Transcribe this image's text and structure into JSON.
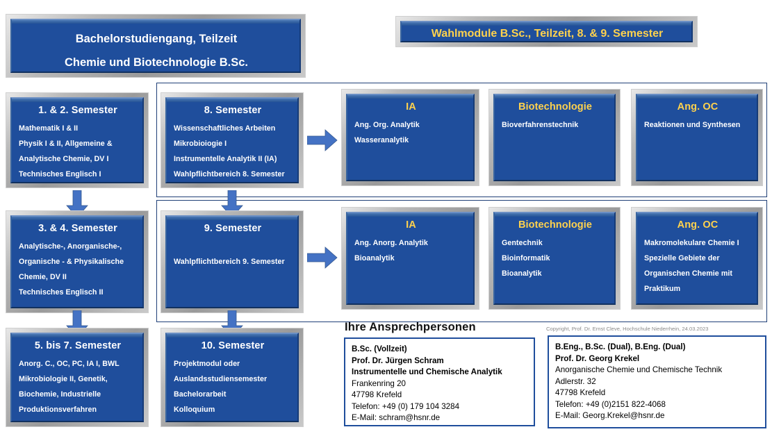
{
  "headers": {
    "left": {
      "line1": "Bachelorstudiengang, Teilzeit",
      "line2": "Chemie und Biotechnologie B.Sc."
    },
    "right": {
      "line1": "Wahlmodule B.Sc.,  Teilzeit, 8. & 9. Semester"
    }
  },
  "semesters": [
    {
      "title": "1. & 2. Semester",
      "lines": [
        "Mathematik I & II",
        "Physik I & II, Allgemeine &",
        "Analytische Chemie, DV I",
        "Technisches Englisch I"
      ]
    },
    {
      "title": "3. & 4. Semester",
      "lines": [
        "Analytische-, Anorganische-,",
        "Organische - & Physikalische",
        "Chemie, DV II",
        "Technisches Englisch II"
      ]
    },
    {
      "title": "5. bis 7. Semester",
      "lines": [
        "Anorg. C., OC, PC, IA I, BWL",
        "Mikrobiologie II, Genetik,",
        "Biochemie, Industrielle",
        "Produktionsverfahren"
      ]
    },
    {
      "title": "8. Semester",
      "lines": [
        "Wissenschaftliches Arbeiten",
        "Mikrobioiogie I",
        "Instrumentelle Analytik II (IA)",
        "Wahlpflichtbereich 8. Semester"
      ]
    },
    {
      "title": "9. Semester",
      "lines": [
        "",
        "Wahlpflichtbereich 9. Semester"
      ]
    },
    {
      "title": "10. Semester",
      "lines": [
        "Projektmodul oder",
        "Auslandsstudiensemester",
        "Bachelorarbeit",
        "Kolloquium"
      ]
    }
  ],
  "electives": {
    "row8": [
      {
        "title": "IA",
        "lines": [
          "Ang. Org.  Analytik",
          "Wasseranalytik"
        ]
      },
      {
        "title": "Biotechnologie",
        "lines": [
          "Bioverfahrenstechnik"
        ]
      },
      {
        "title": "Ang. OC",
        "lines": [
          "Reaktionen und Synthesen"
        ]
      }
    ],
    "row9": [
      {
        "title": "IA",
        "lines": [
          "Ang. Anorg. Analytik",
          "Bioanalytik"
        ]
      },
      {
        "title": "Biotechnologie",
        "lines": [
          "Gentechnik",
          "Bioinformatik",
          "Bioanalytik"
        ]
      },
      {
        "title": "Ang. OC",
        "lines": [
          "Makromolekulare Chemie I",
          "Spezielle Gebiete der",
          "Organischen Chemie mit",
          "Praktikum"
        ]
      }
    ]
  },
  "contact": {
    "heading": "Ihre Ansprechpersonen",
    "copyright": "Copyright, Prof. Dr. Ernst Cleve, Hochschule Niederrhein, 24.03.2023",
    "cards": [
      {
        "bold": [
          "B.Sc. (Vollzeit)",
          "Prof. Dr. Jürgen Schram",
          "Instrumentelle und Chemische Analytik"
        ],
        "normal": [
          "Frankenring  20",
          "47798 Krefeld",
          "Telefon: +49 (0) 179 104 3284",
          "E-Mail:  schram@hsnr.de"
        ]
      },
      {
        "bold": [
          "B.Eng., B.Sc. (Dual), B.Eng. (Dual)",
          "Prof. Dr. Georg Krekel"
        ],
        "normal": [
          "Anorganische Chemie und  Chemische Technik",
          "Adlerstr.  32",
          "47798 Krefeld",
          "Telefon: +49 (0)2151 822-4068",
          "E-Mail:  Georg.Krekel@hsnr.de"
        ]
      }
    ]
  },
  "colors": {
    "box_blue": "#1f4e9c",
    "title_yellow": "#ffd24d",
    "arrow_blue": "#4472c4",
    "outline_blue": "#1f3f77"
  },
  "icons": {
    "arrow_down": "arrow-down-icon",
    "arrow_right": "arrow-right-icon"
  }
}
